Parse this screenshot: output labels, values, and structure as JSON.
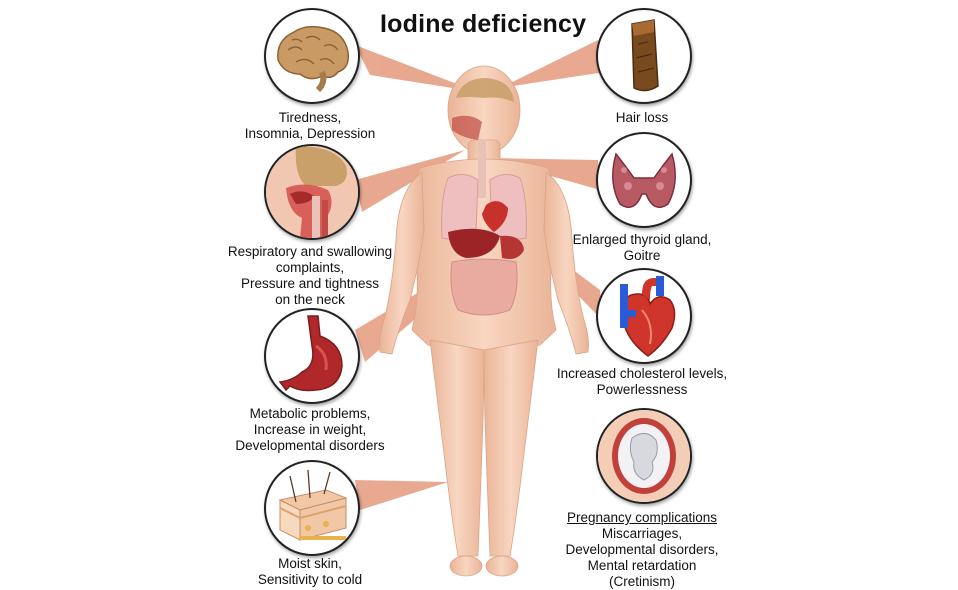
{
  "title": "Iodine deficiency",
  "panels": {
    "brain": {
      "icon": "brain-icon",
      "lines": [
        "Tiredness,",
        "Insomnia, Depression"
      ]
    },
    "throat": {
      "icon": "throat-icon",
      "lines": [
        "Respiratory and swallowing",
        "complaints,",
        "Pressure and tightness",
        "on the neck"
      ]
    },
    "stomach": {
      "icon": "stomach-icon",
      "lines": [
        "Metabolic problems,",
        "Increase in weight,",
        "Developmental disorders"
      ]
    },
    "skin": {
      "icon": "skin-icon",
      "lines": [
        "Moist skin,",
        "Sensitivity to cold"
      ]
    },
    "hair": {
      "icon": "hair-icon",
      "lines": [
        "Hair loss"
      ]
    },
    "thyroid": {
      "icon": "thyroid-icon",
      "lines": [
        "Enlarged thyroid gland,",
        "Goitre"
      ]
    },
    "heart": {
      "icon": "heart-icon",
      "lines": [
        "Increased cholesterol levels,",
        "Powerlessness"
      ]
    },
    "pregnancy": {
      "icon": "uterus-icon",
      "heading": "Pregnancy complications",
      "lines": [
        "Miscarriages,",
        "Developmental disorders,",
        "Mental retardation",
        "(Cretinism)"
      ]
    }
  },
  "colors": {
    "skin": "#f6cdb3",
    "skin_shadow": "#e6a98a",
    "pointer": "#e7a48a",
    "organ": "#b0282a",
    "lung": "#f0bfc0"
  }
}
